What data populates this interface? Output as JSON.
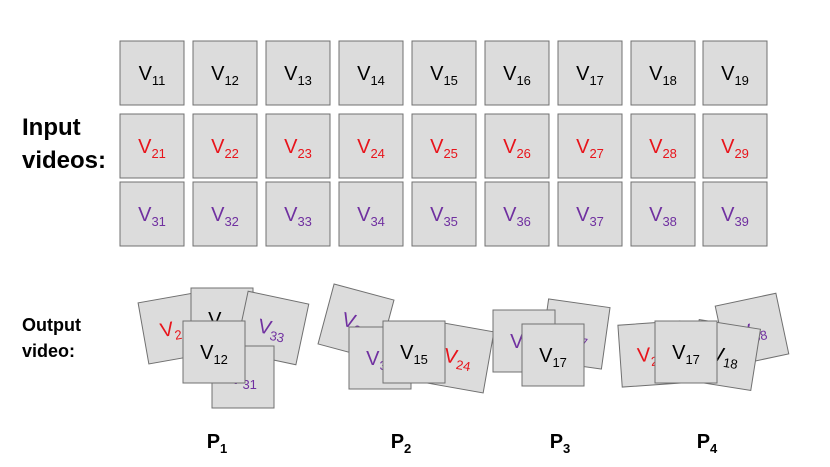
{
  "labels": {
    "input_videos_line1": "Input",
    "input_videos_line2": "videos:",
    "output_video_line1": "Output",
    "output_video_line2": "video:"
  },
  "colors": {
    "tile_fill": "#dcdcdc",
    "tile_stroke": "#707070",
    "row1_text": "#000000",
    "row2_text": "#e8141b",
    "row3_text": "#7030a0"
  },
  "input_rows": [
    {
      "color_key": "row1_text",
      "tiles": [
        {
          "base": "V",
          "sub": "11"
        },
        {
          "base": "V",
          "sub": "12"
        },
        {
          "base": "V",
          "sub": "13"
        },
        {
          "base": "V",
          "sub": "14"
        },
        {
          "base": "V",
          "sub": "15"
        },
        {
          "base": "V",
          "sub": "16"
        },
        {
          "base": "V",
          "sub": "17"
        },
        {
          "base": "V",
          "sub": "18"
        },
        {
          "base": "V",
          "sub": "19"
        }
      ]
    },
    {
      "color_key": "row2_text",
      "tiles": [
        {
          "base": "V",
          "sub": "21"
        },
        {
          "base": "V",
          "sub": "22"
        },
        {
          "base": "V",
          "sub": "23"
        },
        {
          "base": "V",
          "sub": "24"
        },
        {
          "base": "V",
          "sub": "25"
        },
        {
          "base": "V",
          "sub": "26"
        },
        {
          "base": "V",
          "sub": "27"
        },
        {
          "base": "V",
          "sub": "28"
        },
        {
          "base": "V",
          "sub": "29"
        }
      ]
    },
    {
      "color_key": "row3_text",
      "tiles": [
        {
          "base": "V",
          "sub": "31"
        },
        {
          "base": "V",
          "sub": "32"
        },
        {
          "base": "V",
          "sub": "33"
        },
        {
          "base": "V",
          "sub": "34"
        },
        {
          "base": "V",
          "sub": "35"
        },
        {
          "base": "V",
          "sub": "36"
        },
        {
          "base": "V",
          "sub": "37"
        },
        {
          "base": "V",
          "sub": "38"
        },
        {
          "base": "V",
          "sub": "39"
        }
      ]
    }
  ],
  "output_groups": [
    {
      "label": {
        "base": "P",
        "sub": "1"
      },
      "tiles": [
        {
          "base": "V",
          "sub": "21",
          "color_key": "row2_text"
        },
        {
          "base": "V",
          "sub": "13",
          "color_key": "row1_text"
        },
        {
          "base": "V",
          "sub": "33",
          "color_key": "row3_text"
        },
        {
          "base": "V",
          "sub": "31",
          "color_key": "row3_text"
        },
        {
          "base": "V",
          "sub": "12",
          "color_key": "row1_text"
        }
      ]
    },
    {
      "label": {
        "base": "P",
        "sub": "2"
      },
      "tiles": [
        {
          "base": "V",
          "sub": "34",
          "color_key": "row3_text"
        },
        {
          "base": "V",
          "sub": "24",
          "color_key": "row2_text"
        },
        {
          "base": "V",
          "sub": "35",
          "color_key": "row3_text"
        },
        {
          "base": "V",
          "sub": "15",
          "color_key": "row1_text"
        }
      ]
    },
    {
      "label": {
        "base": "P",
        "sub": "3"
      },
      "tiles": [
        {
          "base": "V",
          "sub": "37",
          "color_key": "row3_text"
        },
        {
          "base": "V",
          "sub": "36",
          "color_key": "row3_text"
        },
        {
          "base": "V",
          "sub": "17",
          "color_key": "row1_text"
        }
      ]
    },
    {
      "label": {
        "base": "P",
        "sub": "4"
      },
      "tiles": [
        {
          "base": "V",
          "sub": "38",
          "color_key": "row3_text"
        },
        {
          "base": "V",
          "sub": "29",
          "color_key": "row2_text"
        },
        {
          "base": "V",
          "sub": "18",
          "color_key": "row1_text"
        },
        {
          "base": "V",
          "sub": "17",
          "color_key": "row1_text"
        }
      ]
    }
  ]
}
